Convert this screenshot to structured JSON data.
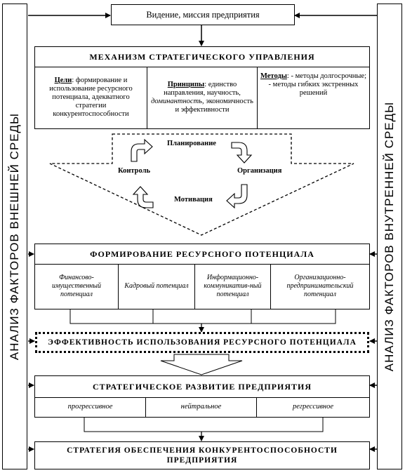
{
  "left_side": "АНАЛИЗ ФАКТОРОВ ВНЕШНЕЙ СРЕДЫ",
  "right_side": "АНАЛИЗ ФАКТОРОВ ВНУТРЕННЕЙ СРЕДЫ",
  "top_box": "Видение, миссия предприятия",
  "mechanism": {
    "title": "МЕХАНИЗМ СТРАТЕГИЧЕСКОГО УПРАВЛЕНИЯ",
    "goals_label": "Цели",
    "goals_text": ": формирование и использование ресурсного потенциала, адекватного стратегии конкурентоспособности",
    "principles_label": "Принципы",
    "principles_text_1": ": единство направления, научность, ",
    "principles_text_dom": "доминантность",
    "principles_text_2": ", экономичность и эффективности",
    "methods_label": "Методы",
    "methods_text": ": - методы долгосрочные; - методы гибких экстренных решений"
  },
  "cycle": {
    "planning": "Планирование",
    "organization": "Организация",
    "motivation": "Мотивация",
    "control": "Контроль"
  },
  "resource": {
    "title": "ФОРМИРОВАНИЕ РЕСУРСНОГО ПОТЕНЦИАЛА",
    "items": [
      "Финансово-имущественный потенциал",
      "Кадровый потенциал",
      "Информационно-коммуникатив-ный потенциал",
      "Организационно-предпринимательский потенциал"
    ]
  },
  "efficiency": "ЭФФЕКТИВНОСТЬ ИСПОЛЬЗОВАНИЯ РЕСУРСНОГО ПОТЕНЦИАЛА",
  "development": {
    "title": "СТРАТЕГИЧЕСКОЕ РАЗВИТИЕ ПРЕДПРИЯТИЯ",
    "items": [
      "прогрессивное",
      "нейтральное",
      "регрессивное"
    ]
  },
  "strategy": "СТРАТЕГИЯ ОБЕСПЕЧЕНИЯ КОНКУРЕНТОСПОСОБНОСТИ ПРЕДПРИЯТИЯ"
}
